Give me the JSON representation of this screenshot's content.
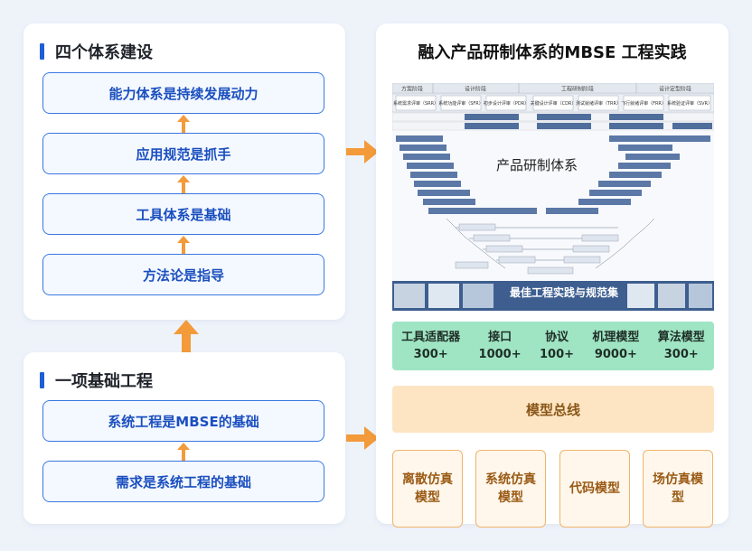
{
  "top_panel": {
    "title": "四个体系建设",
    "boxes": [
      "能力体系是持续发展动力",
      "应用规范是抓手",
      "工具体系是基础",
      "方法论是指导"
    ]
  },
  "bottom_panel": {
    "title": "一项基础工程",
    "boxes": [
      "系统工程是MBSE的基础",
      "需求是系统工程的基础"
    ]
  },
  "right_panel": {
    "title": "融入产品研制体系的MBSE 工程实践",
    "v_diagram": {
      "phases": [
        "方案阶段",
        "设计阶段",
        "工程研制阶段",
        "设计定型阶段"
      ],
      "reviews": [
        "系统需求评审（SRR）",
        "系统功能评审（SFR）",
        "初步设计评审（PDR）",
        "关键设计评审（CDR）",
        "测试就绪评审（TRR）",
        "飞行就绪评审（FRR）",
        "系统验证评审（SVR）"
      ],
      "center_label": "产品研制体系",
      "bottom_label": "最佳工程实践与规范集"
    },
    "stats": [
      {
        "label": "工具适配器",
        "value": "300+"
      },
      {
        "label": "接口",
        "value": "1000+"
      },
      {
        "label": "协议",
        "value": "100+"
      },
      {
        "label": "机理模型",
        "value": "9000+"
      },
      {
        "label": "算法模型",
        "value": "300+"
      }
    ],
    "bus_label": "模型总线",
    "models": [
      "离散仿真模型",
      "系统仿真模型",
      "代码模型",
      "场仿真模型"
    ]
  },
  "colors": {
    "accent_blue": "#3a78e0",
    "arrow_orange": "#f39a3a",
    "stats_green": "#9fe5c4",
    "bus_orange": "#fde5c3"
  }
}
